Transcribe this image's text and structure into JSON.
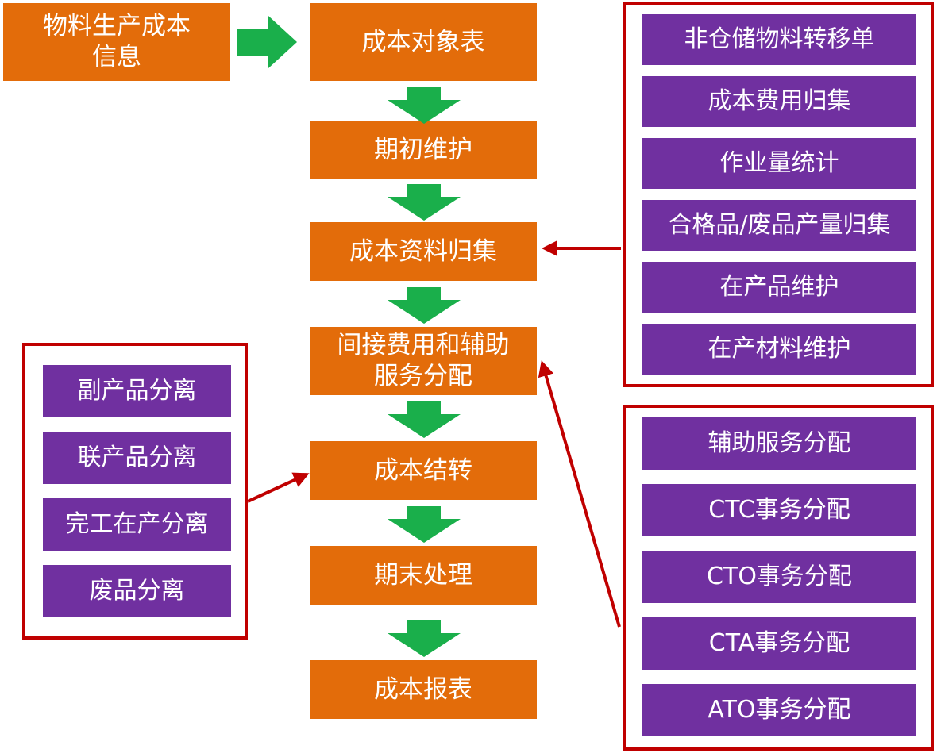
{
  "colors": {
    "process_box": "#e36c0a",
    "sub_item": "#7030a0",
    "flow_arrow": "#1aaf4b",
    "group_frame": "#c00000"
  },
  "source": {
    "label": "物料生产成本\n信息"
  },
  "flow": [
    {
      "label": "成本对象表"
    },
    {
      "label": "期初维护"
    },
    {
      "label": "成本资料归集"
    },
    {
      "label": "间接费用和辅助\n服务分配"
    },
    {
      "label": "成本结转"
    },
    {
      "label": "期末处理"
    },
    {
      "label": "成本报表"
    }
  ],
  "right_top_group": [
    {
      "label": "非仓储物料转移单"
    },
    {
      "label": "成本费用归集"
    },
    {
      "label": "作业量统计"
    },
    {
      "label": "合格品/废品产量归集"
    },
    {
      "label": "在产品维护"
    },
    {
      "label": "在产材料维护"
    }
  ],
  "right_bottom_group": [
    {
      "label": "辅助服务分配"
    },
    {
      "label": "CTC事务分配"
    },
    {
      "label": "CTO事务分配"
    },
    {
      "label": "CTA事务分配"
    },
    {
      "label": "ATO事务分配"
    }
  ],
  "left_group": [
    {
      "label": "副产品分离"
    },
    {
      "label": "联产品分离"
    },
    {
      "label": "完工在产分离"
    },
    {
      "label": "废品分离"
    }
  ]
}
